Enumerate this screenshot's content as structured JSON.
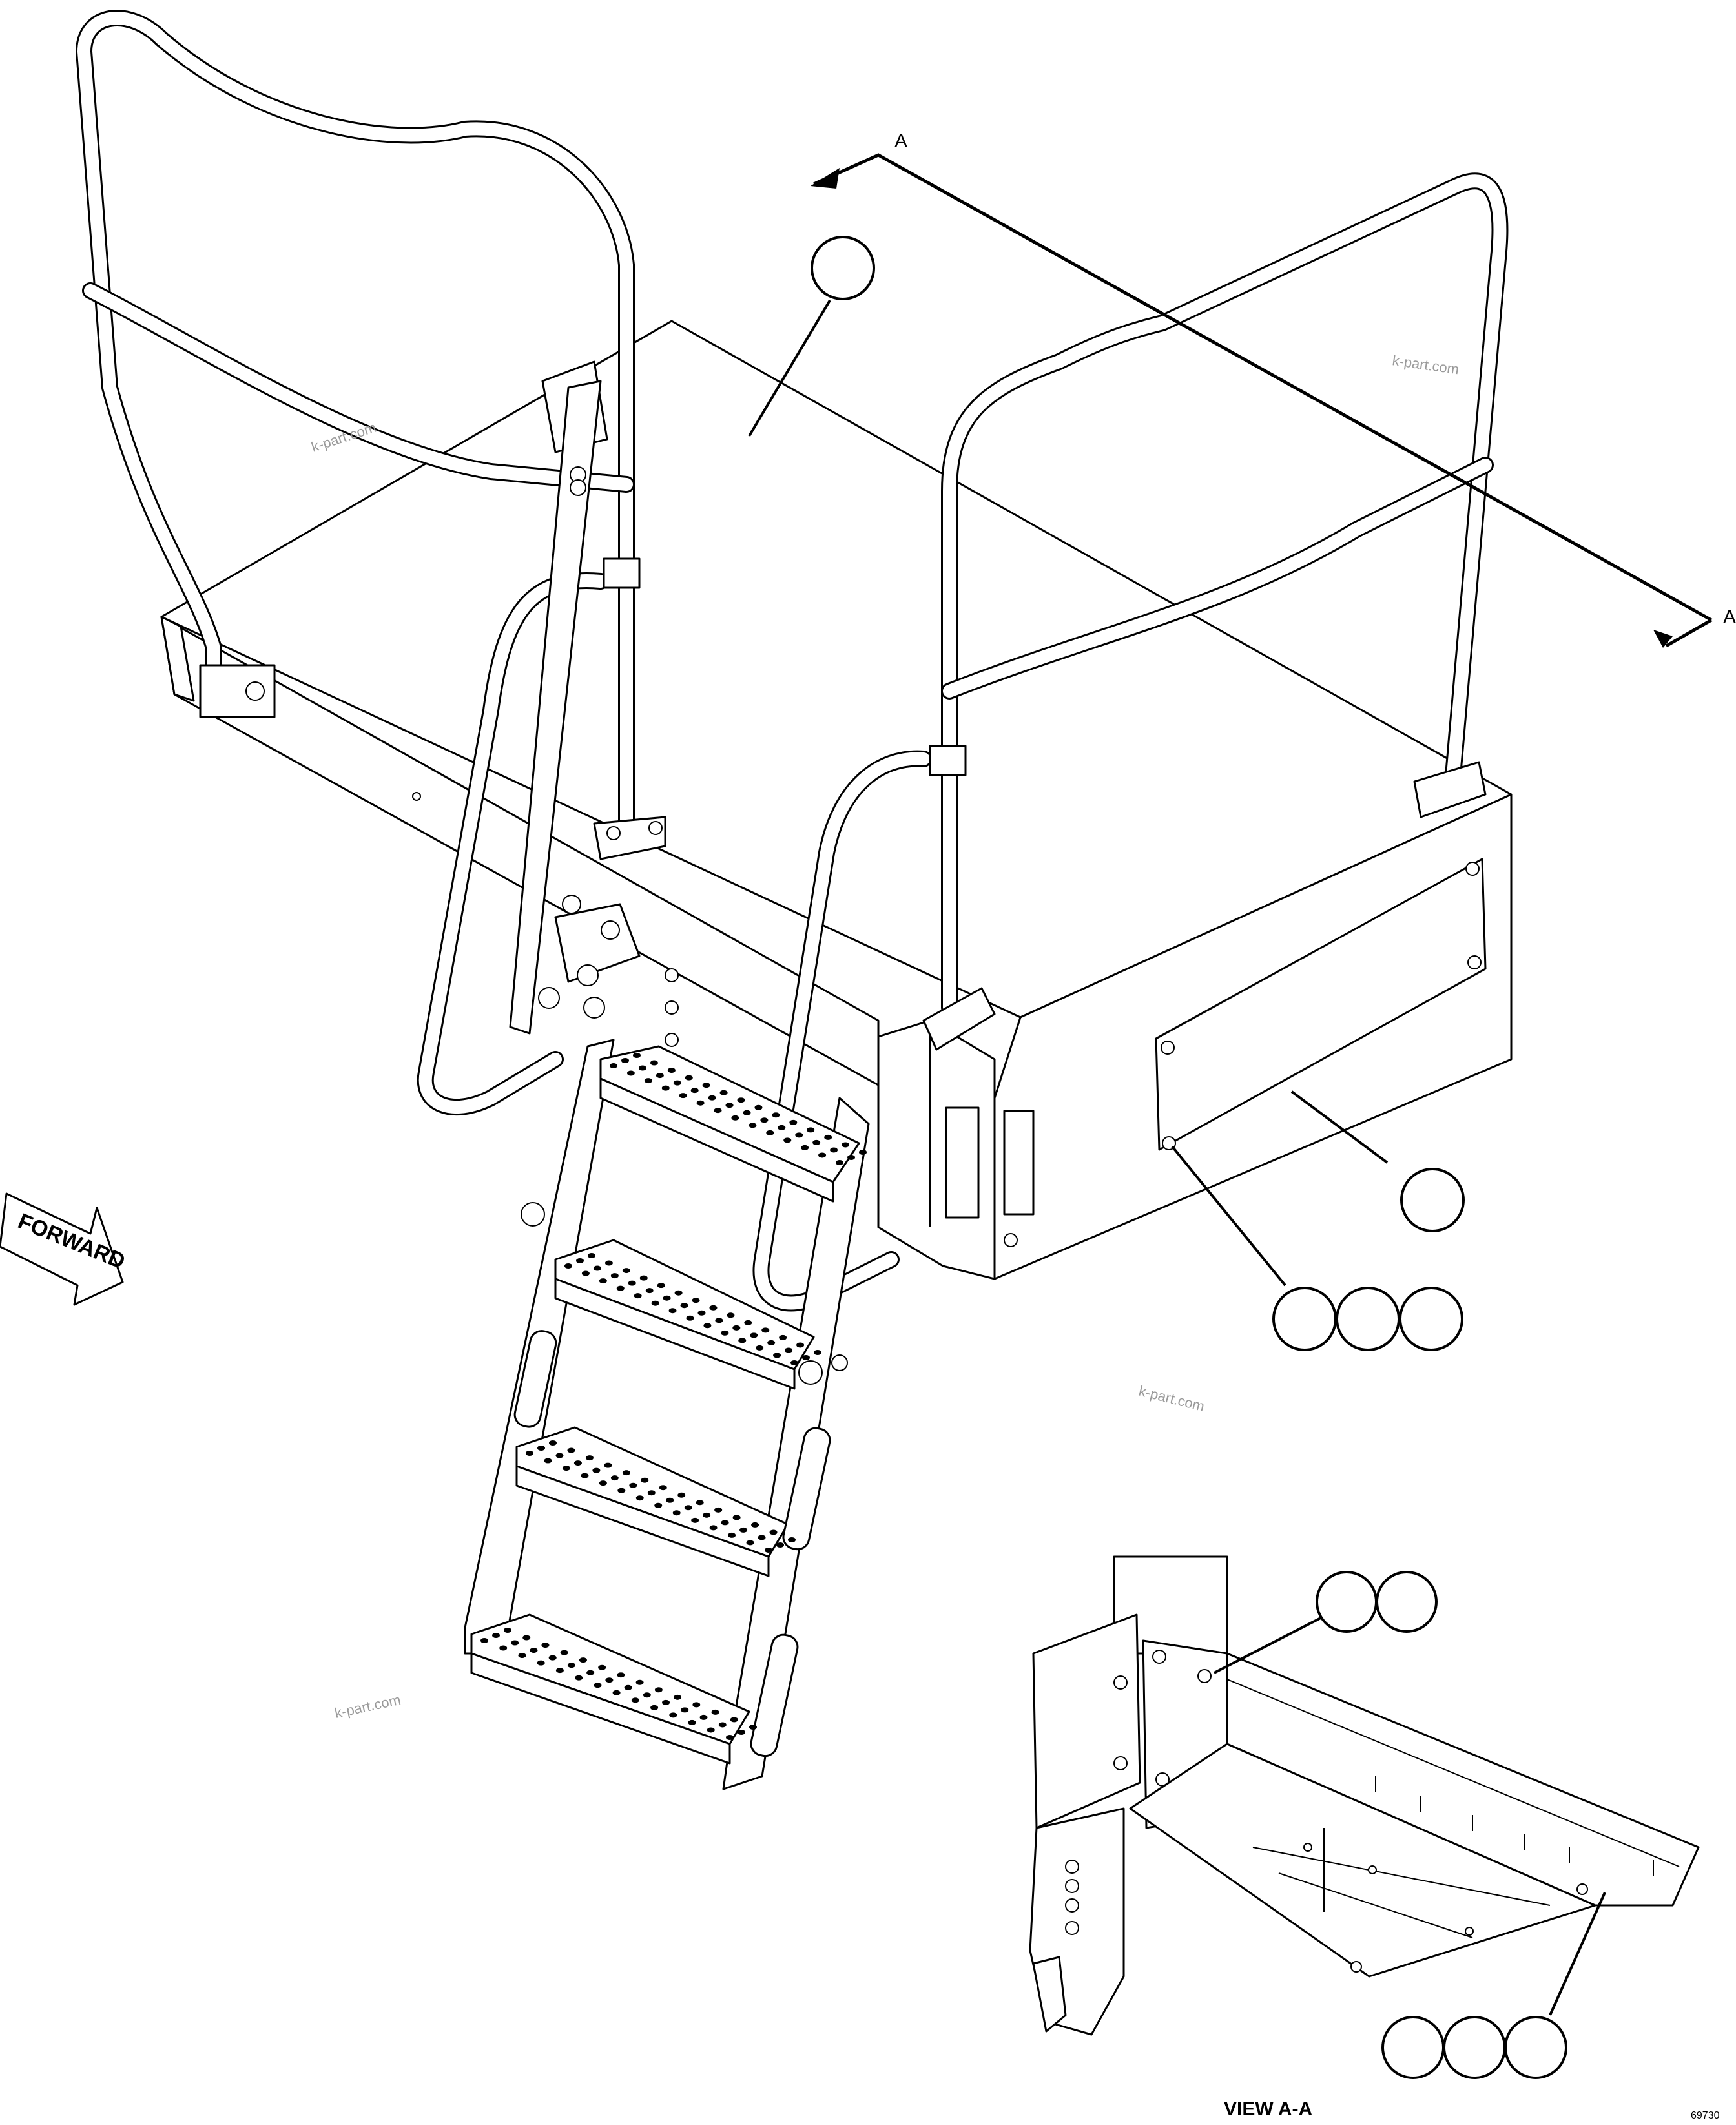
{
  "labels": {
    "section_marker_top": "A",
    "section_marker_right": "A",
    "forward_arrow": "FORWARD",
    "view_caption": "VIEW A-A",
    "drawing_number": "69730"
  },
  "watermarks": [
    "k-part.com",
    "k-part.com",
    "k-part.com",
    "k-part.com"
  ],
  "callouts": {
    "platform_top": "",
    "side_cover": "",
    "cover_bolts": [
      "",
      "",
      ""
    ],
    "view_bolts_upper": [
      "",
      ""
    ],
    "view_bolts_lower": [
      "",
      "",
      ""
    ]
  }
}
